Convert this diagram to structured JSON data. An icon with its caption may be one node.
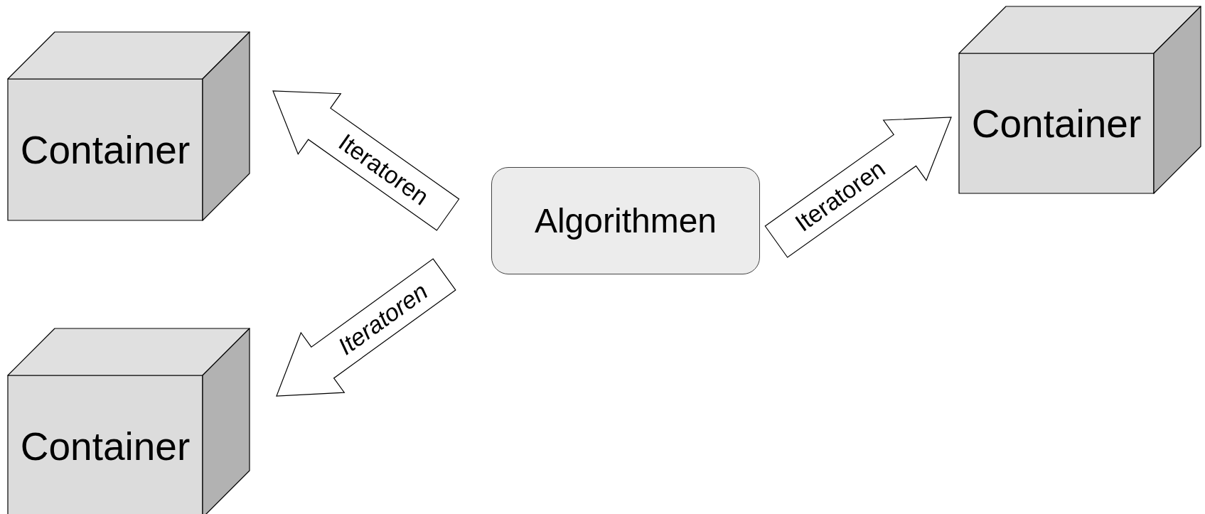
{
  "diagram": {
    "nodes": [
      {
        "text": [
          "Container"
        ]
      },
      {
        "text": [
          "Algorithmen"
        ]
      },
      {
        "text": [
          "Container"
        ]
      },
      {
        "text": [
          "Container"
        ]
      }
    ],
    "edges": [
      {
        "from": 1,
        "to": 0,
        "arrow": "to",
        "label": "Iteratoren"
      },
      {
        "from": 1,
        "to": 2,
        "arrow": "to",
        "label": "Iteratoren"
      },
      {
        "from": 1,
        "to": 3,
        "arrow": "to",
        "label": "Iteratoren"
      }
    ]
  }
}
